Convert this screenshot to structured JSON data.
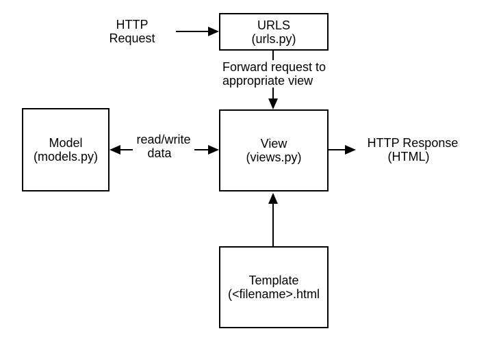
{
  "colors": {
    "stroke": "#000000",
    "background": "#ffffff",
    "text": "#000000"
  },
  "nodes": {
    "urls": {
      "title": "URLS",
      "subtitle": "(urls.py)"
    },
    "model": {
      "title": "Model",
      "subtitle": "(models.py)"
    },
    "view": {
      "title": "View",
      "subtitle": "(views.py)"
    },
    "template": {
      "title": "Template",
      "subtitle": "(<filename>.html"
    }
  },
  "labels": {
    "http_request": {
      "line1": "HTTP",
      "line2": "Request"
    },
    "forward": {
      "line1": "Forward request to",
      "line2": "appropriate view"
    },
    "read_write": {
      "line1": "read/write",
      "line2": "data"
    },
    "http_response": {
      "line1": "HTTP Response",
      "line2": "(HTML)"
    }
  }
}
